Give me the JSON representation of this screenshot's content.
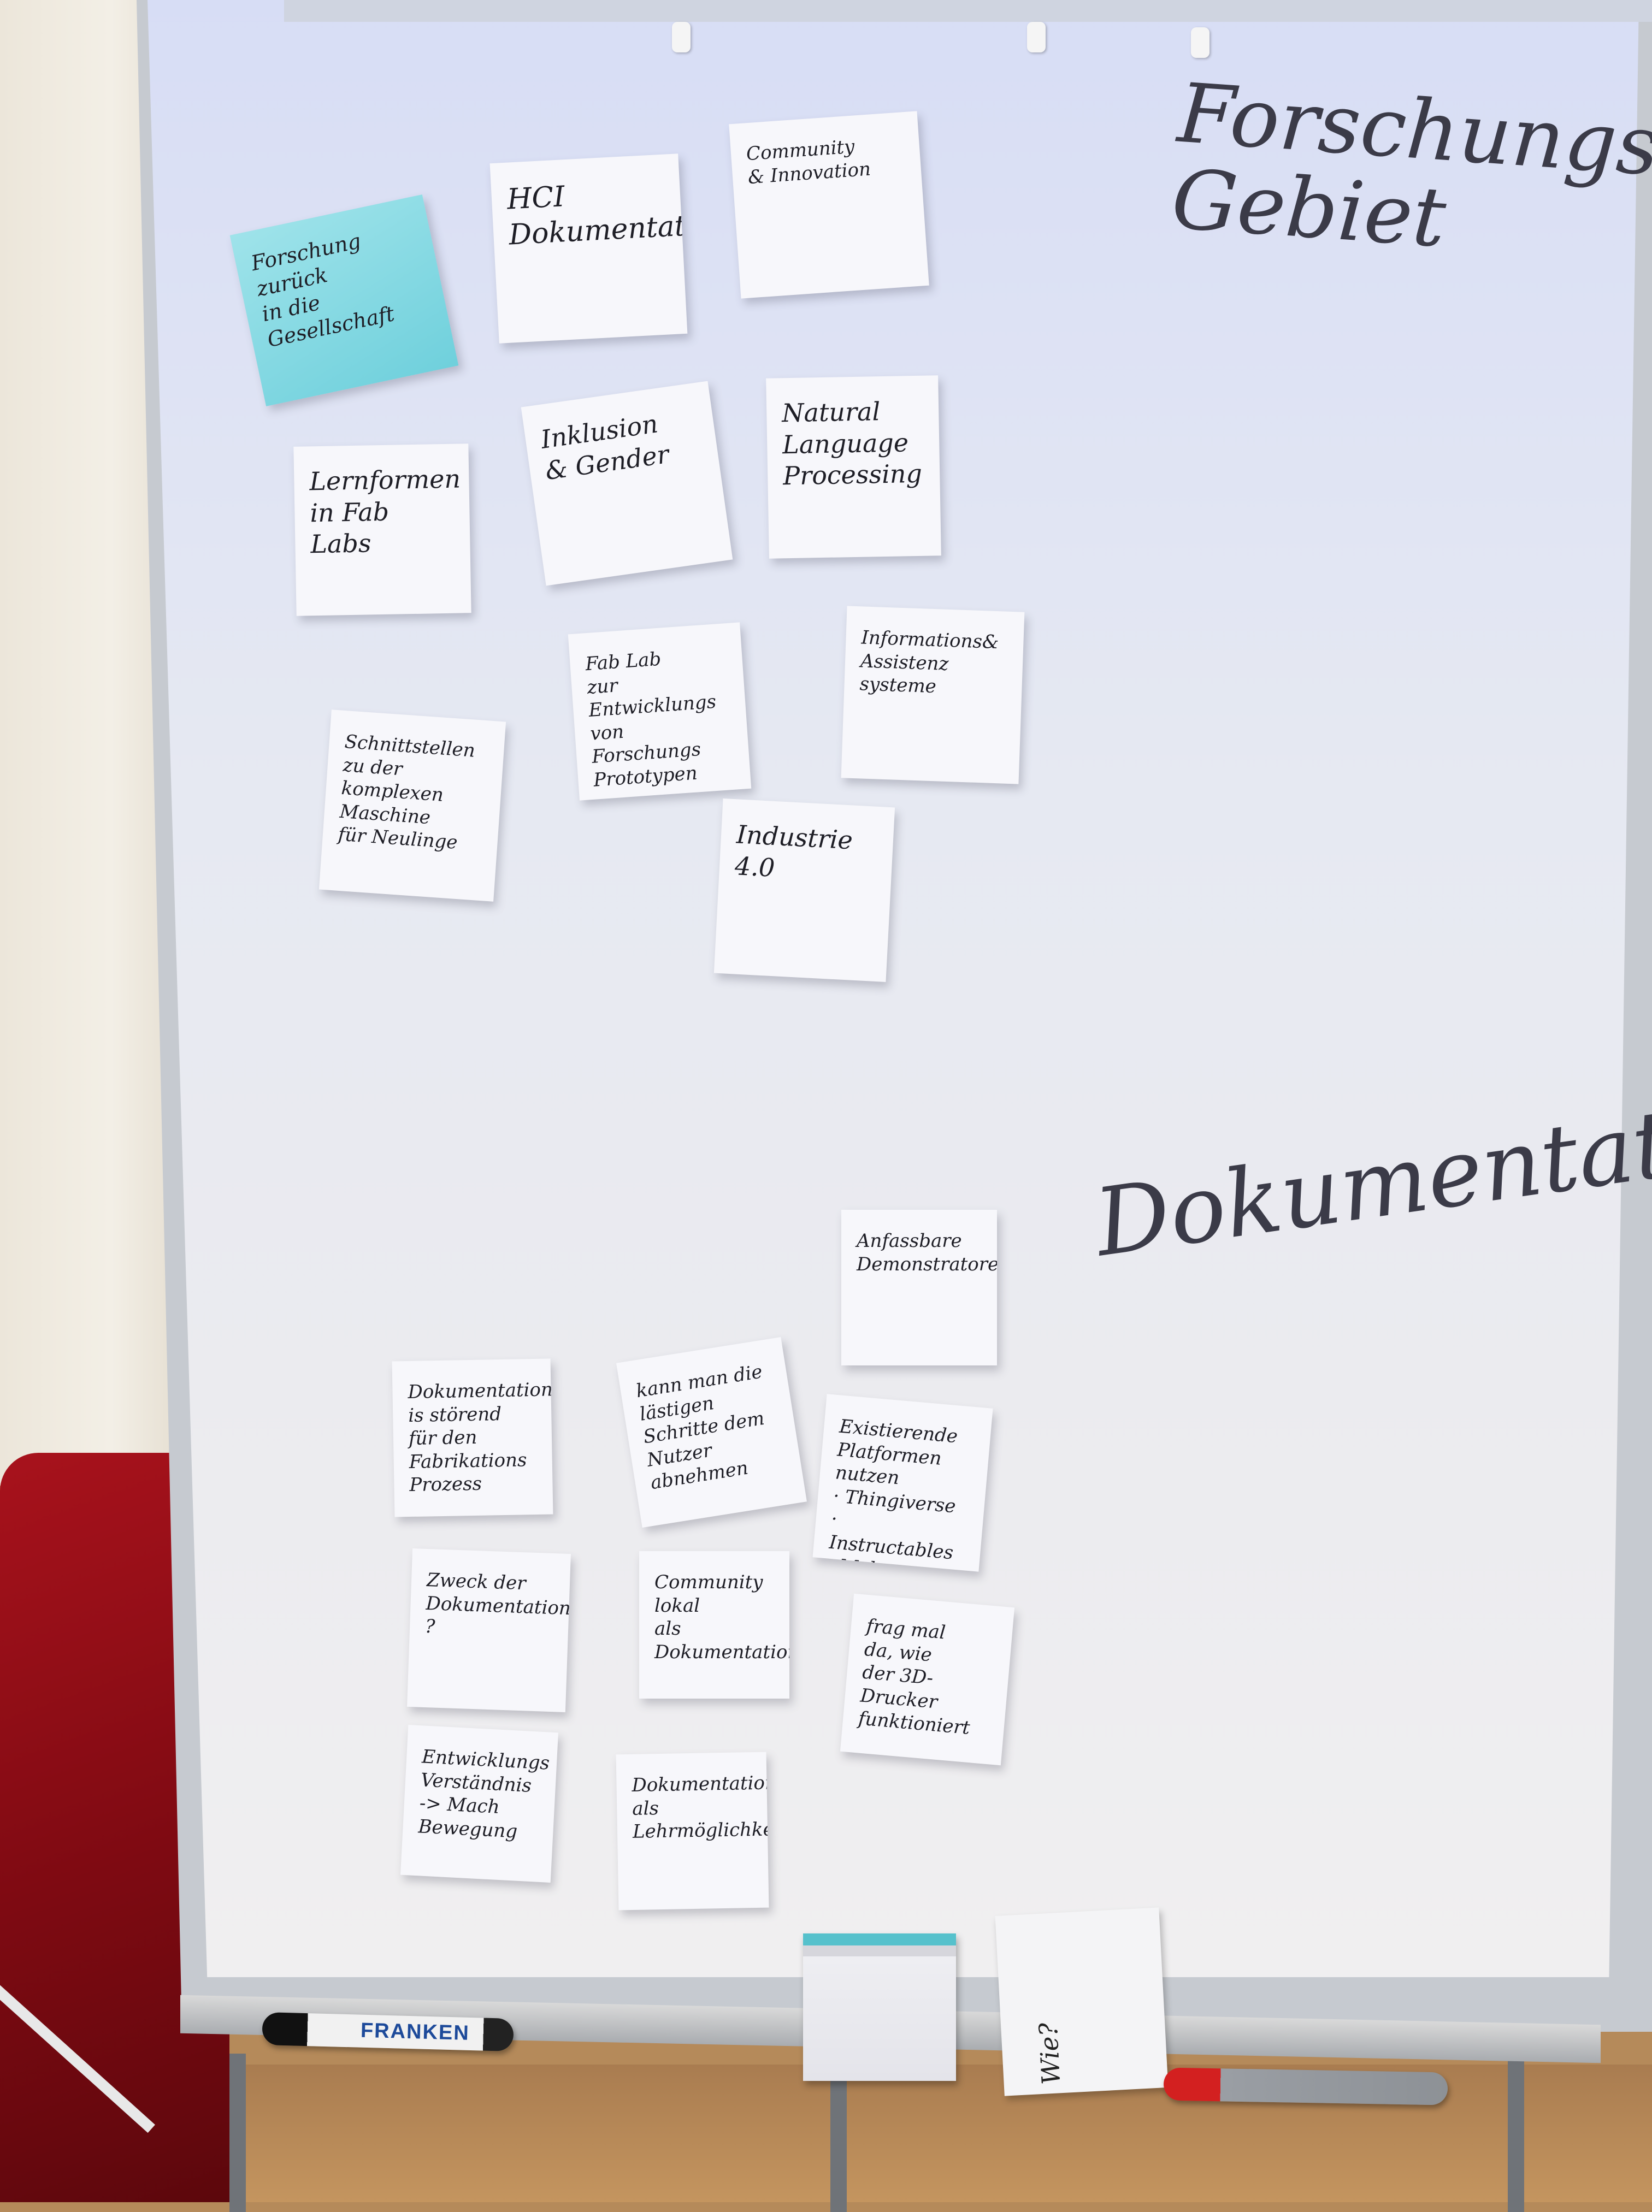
{
  "headings": {
    "top_right": "Forschungs\nGebiet",
    "middle_right": "Dokumentation"
  },
  "notes": [
    {
      "text": "Forschung\nzurück\nin die\nGesellschaft",
      "color": "#7fd6df"
    },
    {
      "text": "HCI\nDokumentation",
      "color": "#f7f7fb"
    },
    {
      "text": "Community\n& Innovation",
      "color": "#f7f7fb"
    },
    {
      "text": "Lernformen\nin Fab Labs",
      "color": "#f7f7fb"
    },
    {
      "text": "Inklusion\n& Gender",
      "color": "#f7f7fb"
    },
    {
      "text": "Natural\nLanguage\nProcessing",
      "color": "#f7f7fb"
    },
    {
      "text": "Fab Lab\nzur Entwicklungs\nvon Forschungs\nPrototypen",
      "color": "#f7f7fb"
    },
    {
      "text": "Informations&\nAssistenz\nsysteme",
      "color": "#f7f7fb"
    },
    {
      "text": "Schnittstellen\nzu der\nkomplexen\nMaschine\nfür Neulinge",
      "color": "#f7f7fb"
    },
    {
      "text": "Industrie 4.0",
      "color": "#f7f7fb"
    },
    {
      "text": "Anfassbare\nDemonstratoren",
      "color": "#f7f7fb"
    },
    {
      "text": "Dokumentation\nis störend\nfür den\nFabrikations\nProzess",
      "color": "#f7f7fb"
    },
    {
      "text": "kann man die\nlästigen\nSchritte dem\nNutzer abnehmen",
      "color": "#f7f7fb"
    },
    {
      "text": "Existierende\nPlatformen\nnutzen\n· Thingiverse\n· Instructables\n· Maker",
      "color": "#f7f7fb"
    },
    {
      "text": "Zweck der\nDokumentation\n?",
      "color": "#f7f7fb"
    },
    {
      "text": "Community\nlokal\nals Dokumentation",
      "color": "#f7f7fb"
    },
    {
      "text": "frag mal\nda, wie\nder 3D-\nDrucker\nfunktioniert",
      "color": "#f7f7fb"
    },
    {
      "text": "Entwicklungs\nVerständnis\n-> Mach\nBewegung",
      "color": "#f7f7fb"
    },
    {
      "text": "Dokumentation\nals\nLehrmöglichkeit",
      "color": "#f7f7fb"
    }
  ],
  "tray": {
    "marker_brand": "FRANKEN",
    "paper_text": "Wie?"
  }
}
